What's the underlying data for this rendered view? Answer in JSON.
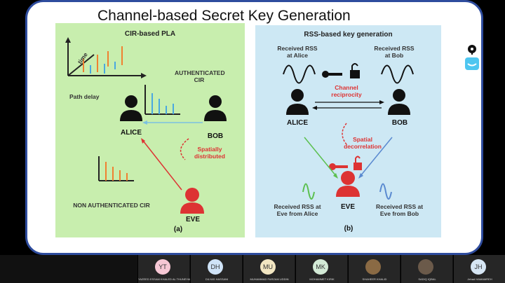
{
  "slide": {
    "title": "Channel-based Secret Key Generation"
  },
  "left_panel": {
    "title": "CIR-based PLA",
    "axis_time": "time",
    "axis_delay": "Path delay",
    "authenticated": "AUTHENTICATED CIR",
    "alice": "ALICE",
    "bob": "BOB",
    "spatial": "Spatially distributed",
    "non_auth": "NON AUTHENTICATED CIR",
    "eve": "EVE",
    "caption": "(a)"
  },
  "right_panel": {
    "title": "RSS-based key generation",
    "rss_alice": "Received RSS at Alice",
    "rss_bob": "Received RSS at Bob",
    "reciprocity": "Channel reciprocity",
    "alice": "ALICE",
    "bob": "BOB",
    "decorrelation": "Spatial decorrelation",
    "rss_eve_alice": "Received RSS at Eve from Alice",
    "eve": "EVE",
    "rss_eve_bob": "Received RSS at Eve from Bob",
    "caption": "(b)"
  },
  "participants": [
    {
      "initials": "YT",
      "name": "YAZEED ESSAM KHALED AL THUNEYAN",
      "color": "#f6c7d4"
    },
    {
      "initials": "DH",
      "name": "DILYAS HASSANI",
      "color": "#cfe3f7"
    },
    {
      "initials": "MU",
      "name": "MUHAMMAD FARZAM UDDIN",
      "color": "#f2e6c2"
    },
    {
      "initials": "MK",
      "name": "MOHAMMET KIRIK",
      "color": "#d3ead6"
    },
    {
      "initials": "",
      "name": "SHAHEER KHALID",
      "color": "#8a6a44"
    },
    {
      "initials": "",
      "name": "SADIQ IQBAL",
      "color": "#6b5a4a"
    },
    {
      "initials": "JH",
      "name": "Jehad HAMAMREH",
      "color": "#d6e6f4"
    }
  ],
  "colors": {
    "slide_border": "#2e4c9e",
    "panel_a": "#c8eeae",
    "panel_b": "#cde8f4",
    "accent_red": "#d33"
  }
}
